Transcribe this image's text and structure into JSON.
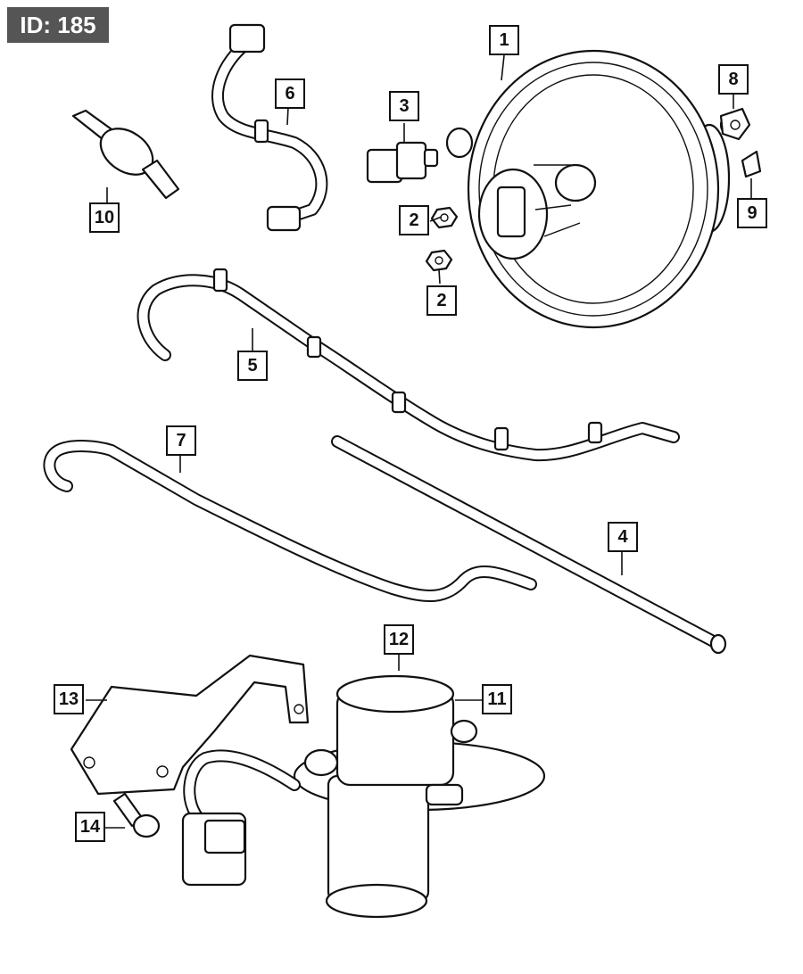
{
  "id_badge": "ID: 185",
  "callouts": {
    "c1": "1",
    "c2a": "2",
    "c2b": "2",
    "c3": "3",
    "c4": "4",
    "c5": "5",
    "c6": "6",
    "c7": "7",
    "c8": "8",
    "c9": "9",
    "c10": "10",
    "c11": "11",
    "c12": "12",
    "c13": "13",
    "c14": "14"
  }
}
